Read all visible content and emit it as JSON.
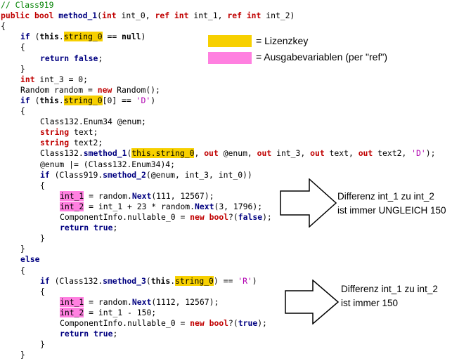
{
  "code_lines": [
    {
      "indent": 0,
      "tokens": [
        {
          "t": "// Class919",
          "c": "cm"
        }
      ]
    },
    {
      "indent": 0,
      "tokens": [
        {
          "t": "public bool ",
          "c": "kw"
        },
        {
          "t": "method_1",
          "c": "b"
        },
        {
          "t": "(",
          "c": ""
        },
        {
          "t": "int",
          "c": "kw"
        },
        {
          "t": " int_0, ",
          "c": ""
        },
        {
          "t": "ref",
          "c": "kw"
        },
        {
          "t": " ",
          "c": ""
        },
        {
          "t": "int",
          "c": "kw"
        },
        {
          "t": " int_1, ",
          "c": ""
        },
        {
          "t": "ref",
          "c": "kw"
        },
        {
          "t": " ",
          "c": ""
        },
        {
          "t": "int",
          "c": "kw"
        },
        {
          "t": " int_2)",
          "c": ""
        }
      ]
    },
    {
      "indent": 0,
      "tokens": [
        {
          "t": "{",
          "c": ""
        }
      ]
    },
    {
      "indent": 1,
      "tokens": [
        {
          "t": "if",
          "c": "b"
        },
        {
          "t": " (",
          "c": ""
        },
        {
          "t": "this",
          "c": "bk"
        },
        {
          "t": ".",
          "c": ""
        },
        {
          "t": "string_0",
          "c": "hl-yellow"
        },
        {
          "t": " == ",
          "c": ""
        },
        {
          "t": "null",
          "c": "bk"
        },
        {
          "t": ")",
          "c": ""
        }
      ]
    },
    {
      "indent": 1,
      "tokens": [
        {
          "t": "{",
          "c": ""
        }
      ]
    },
    {
      "indent": 2,
      "tokens": [
        {
          "t": "return",
          "c": "b"
        },
        {
          "t": " ",
          "c": ""
        },
        {
          "t": "false",
          "c": "b"
        },
        {
          "t": ";",
          "c": ""
        }
      ]
    },
    {
      "indent": 1,
      "tokens": [
        {
          "t": "}",
          "c": ""
        }
      ]
    },
    {
      "indent": 1,
      "tokens": [
        {
          "t": "int",
          "c": "kw"
        },
        {
          "t": " int_3 = 0;",
          "c": ""
        }
      ]
    },
    {
      "indent": 1,
      "tokens": [
        {
          "t": "Random random = ",
          "c": ""
        },
        {
          "t": "new",
          "c": "kw"
        },
        {
          "t": " Random();",
          "c": ""
        }
      ]
    },
    {
      "indent": 1,
      "tokens": [
        {
          "t": "if",
          "c": "b"
        },
        {
          "t": " (",
          "c": ""
        },
        {
          "t": "this",
          "c": "bk"
        },
        {
          "t": ".",
          "c": ""
        },
        {
          "t": "string_0",
          "c": "hl-yellow"
        },
        {
          "t": "[0] == ",
          "c": ""
        },
        {
          "t": "'D'",
          "c": "str"
        },
        {
          "t": ")",
          "c": ""
        }
      ]
    },
    {
      "indent": 1,
      "tokens": [
        {
          "t": "{",
          "c": ""
        }
      ]
    },
    {
      "indent": 2,
      "tokens": [
        {
          "t": "Class132.Enum34 @enum;",
          "c": ""
        }
      ]
    },
    {
      "indent": 2,
      "tokens": [
        {
          "t": "string",
          "c": "kw"
        },
        {
          "t": " text;",
          "c": ""
        }
      ]
    },
    {
      "indent": 2,
      "tokens": [
        {
          "t": "string",
          "c": "kw"
        },
        {
          "t": " text2;",
          "c": ""
        }
      ]
    },
    {
      "indent": 2,
      "tokens": [
        {
          "t": "Class132.",
          "c": ""
        },
        {
          "t": "smethod_1",
          "c": "b"
        },
        {
          "t": "(",
          "c": ""
        },
        {
          "t": "this.string_0",
          "c": "hl-yellow"
        },
        {
          "t": ", ",
          "c": ""
        },
        {
          "t": "out",
          "c": "kw"
        },
        {
          "t": " @enum, ",
          "c": ""
        },
        {
          "t": "out",
          "c": "kw"
        },
        {
          "t": " int_3, ",
          "c": ""
        },
        {
          "t": "out",
          "c": "kw"
        },
        {
          "t": " text, ",
          "c": ""
        },
        {
          "t": "out",
          "c": "kw"
        },
        {
          "t": " text2, ",
          "c": ""
        },
        {
          "t": "'D'",
          "c": "str"
        },
        {
          "t": ");",
          "c": ""
        }
      ]
    },
    {
      "indent": 2,
      "tokens": [
        {
          "t": "@enum |= (Class132.Enum34)4;",
          "c": ""
        }
      ]
    },
    {
      "indent": 2,
      "tokens": [
        {
          "t": "if",
          "c": "b"
        },
        {
          "t": " (Class919.",
          "c": ""
        },
        {
          "t": "smethod_2",
          "c": "b"
        },
        {
          "t": "(@enum, int_3, int_0))",
          "c": ""
        }
      ]
    },
    {
      "indent": 2,
      "tokens": [
        {
          "t": "{",
          "c": ""
        }
      ]
    },
    {
      "indent": 3,
      "tokens": [
        {
          "t": "int_1",
          "c": "hl-pink"
        },
        {
          "t": " = random.",
          "c": ""
        },
        {
          "t": "Next",
          "c": "b"
        },
        {
          "t": "(111, 12567);",
          "c": ""
        }
      ]
    },
    {
      "indent": 3,
      "tokens": [
        {
          "t": "int_2",
          "c": "hl-pink"
        },
        {
          "t": " = int_1 + 23 * random.",
          "c": ""
        },
        {
          "t": "Next",
          "c": "b"
        },
        {
          "t": "(3, 1796);",
          "c": ""
        }
      ]
    },
    {
      "indent": 3,
      "tokens": [
        {
          "t": "ComponentInfo.nullable_0 = ",
          "c": ""
        },
        {
          "t": "new",
          "c": "kw"
        },
        {
          "t": " ",
          "c": ""
        },
        {
          "t": "bool",
          "c": "kw"
        },
        {
          "t": "?(",
          "c": ""
        },
        {
          "t": "false",
          "c": "b"
        },
        {
          "t": ");",
          "c": ""
        }
      ]
    },
    {
      "indent": 3,
      "tokens": [
        {
          "t": "return",
          "c": "b"
        },
        {
          "t": " ",
          "c": ""
        },
        {
          "t": "true",
          "c": "b"
        },
        {
          "t": ";",
          "c": ""
        }
      ]
    },
    {
      "indent": 2,
      "tokens": [
        {
          "t": "}",
          "c": ""
        }
      ]
    },
    {
      "indent": 1,
      "tokens": [
        {
          "t": "}",
          "c": ""
        }
      ]
    },
    {
      "indent": 1,
      "tokens": [
        {
          "t": "else",
          "c": "b"
        }
      ]
    },
    {
      "indent": 1,
      "tokens": [
        {
          "t": "{",
          "c": ""
        }
      ]
    },
    {
      "indent": 2,
      "tokens": [
        {
          "t": "if",
          "c": "b"
        },
        {
          "t": " (Class132.",
          "c": ""
        },
        {
          "t": "smethod_3",
          "c": "b"
        },
        {
          "t": "(",
          "c": ""
        },
        {
          "t": "this",
          "c": "bk"
        },
        {
          "t": ".",
          "c": ""
        },
        {
          "t": "string_0",
          "c": "hl-yellow"
        },
        {
          "t": ") == ",
          "c": ""
        },
        {
          "t": "'R'",
          "c": "str"
        },
        {
          "t": ")",
          "c": ""
        }
      ]
    },
    {
      "indent": 2,
      "tokens": [
        {
          "t": "{",
          "c": ""
        }
      ]
    },
    {
      "indent": 3,
      "tokens": [
        {
          "t": "int_1",
          "c": "hl-pink"
        },
        {
          "t": " = random.",
          "c": ""
        },
        {
          "t": "Next",
          "c": "b"
        },
        {
          "t": "(1112, 12567);",
          "c": ""
        }
      ]
    },
    {
      "indent": 3,
      "tokens": [
        {
          "t": "int_2",
          "c": "hl-pink"
        },
        {
          "t": " = int_1 - 150;",
          "c": ""
        }
      ]
    },
    {
      "indent": 3,
      "tokens": [
        {
          "t": "ComponentInfo.nullable_0 = ",
          "c": ""
        },
        {
          "t": "new",
          "c": "kw"
        },
        {
          "t": " ",
          "c": ""
        },
        {
          "t": "bool",
          "c": "kw"
        },
        {
          "t": "?(",
          "c": ""
        },
        {
          "t": "true",
          "c": "b"
        },
        {
          "t": ");",
          "c": ""
        }
      ]
    },
    {
      "indent": 3,
      "tokens": [
        {
          "t": "return",
          "c": "b"
        },
        {
          "t": " ",
          "c": ""
        },
        {
          "t": "true",
          "c": "b"
        },
        {
          "t": ";",
          "c": ""
        }
      ]
    },
    {
      "indent": 2,
      "tokens": [
        {
          "t": "}",
          "c": ""
        }
      ]
    },
    {
      "indent": 1,
      "tokens": [
        {
          "t": "}",
          "c": ""
        }
      ]
    }
  ],
  "legend": {
    "license_key": {
      "label": "= Lizenzkey",
      "color": "#f7d000"
    },
    "output_vars": {
      "label": "= Ausgabevariablen (per \"ref\")",
      "color": "#ff80e0"
    }
  },
  "annotations": [
    {
      "text": "Differenz int_1 zu int_2\nist immer UNGLEICH 150"
    },
    {
      "text": "Differenz int_1 zu int_2\nist immer 150"
    }
  ],
  "colors": {
    "keyword": "#c00000",
    "identifier_bold": "#000080",
    "comment": "#008000",
    "char_literal": "#b000b0"
  }
}
